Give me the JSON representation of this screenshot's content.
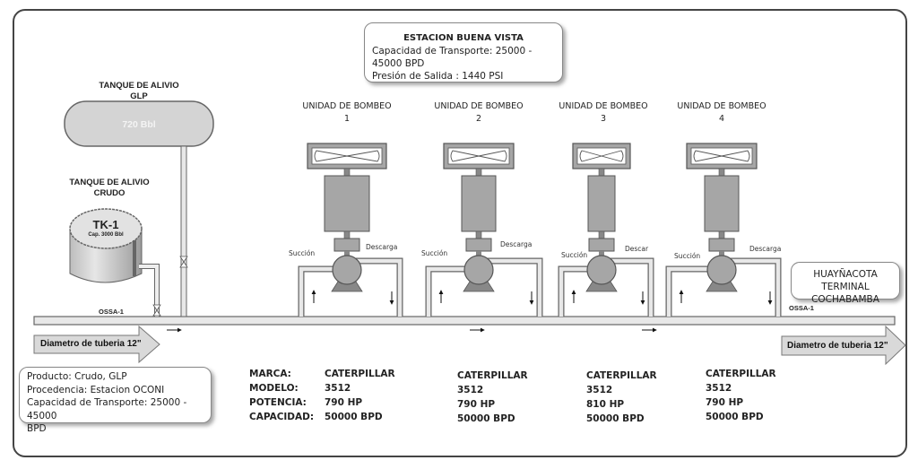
{
  "station": {
    "name": "ESTACION BUENA VISTA",
    "capacity": "Capacidad de Transporte: 25000  - 45000 BPD",
    "pressure": "Presión de  Salida : 1440 PSI"
  },
  "glp_tank": {
    "title_line1": "TANQUE DE ALIVIO",
    "title_line2": "GLP",
    "volume": "720 Bbl"
  },
  "crude_tank": {
    "title_line1": "TANQUE DE ALIVIO",
    "title_line2": "CRUDO",
    "id": "TK-1",
    "capacity": "Cap. 3000 Bbl"
  },
  "pipeline": {
    "inlet_label": "OSSA-1",
    "outlet_label": "OSSA-1",
    "diameter_in": "Diametro de tuberia   12\"",
    "diameter_out": "Diametro de tuberia   12\""
  },
  "units": [
    {
      "title": "UNIDAD DE BOMBEO",
      "number": "1",
      "suction": "Succión",
      "discharge": "Descarga",
      "brand": "CATERPILLAR",
      "model": "3512",
      "power": "790 HP",
      "capacity": "50000 BPD"
    },
    {
      "title": "UNIDAD DE BOMBEO",
      "number": "2",
      "suction": "Succión",
      "discharge": "Descarga",
      "brand": "CATERPILLAR",
      "model": "3512",
      "power": "790 HP",
      "capacity": "50000 BPD"
    },
    {
      "title": "UNIDAD DE BOMBEO",
      "number": "3",
      "suction": "Succión",
      "discharge": "Descar",
      "brand": "CATERPILLAR",
      "model": "3512",
      "power": "810 HP",
      "capacity": "50000 BPD"
    },
    {
      "title": "UNIDAD DE BOMBEO",
      "number": "4",
      "suction": "Succión",
      "discharge": "Descarga",
      "brand": "CATERPILLAR",
      "model": "3512",
      "power": "790 HP",
      "capacity": "50000 BPD"
    }
  ],
  "spec_labels": {
    "brand": "MARCA:",
    "model": "MODELO:",
    "power": "POTENCIA:",
    "capacity": "CAPACIDAD:"
  },
  "destination": {
    "line1": "HUAYÑACOTA",
    "line2": "TERMINAL COCHABAMBA"
  },
  "product": {
    "line1": "Producto: Crudo, GLP",
    "line2": "Procedencia: Estacion OCONI",
    "line3": "Capacidad de Transporte:  25000  - 45000",
    "line4": "BPD"
  },
  "colors": {
    "equipment_fill": "#a6a6a6",
    "equipment_stroke": "#555555",
    "pipe_fill": "#e8e8e8",
    "pipe_stroke": "#666666",
    "arrow_fill": "#d9d9d9",
    "tank_fill": "#d4d4d4"
  }
}
